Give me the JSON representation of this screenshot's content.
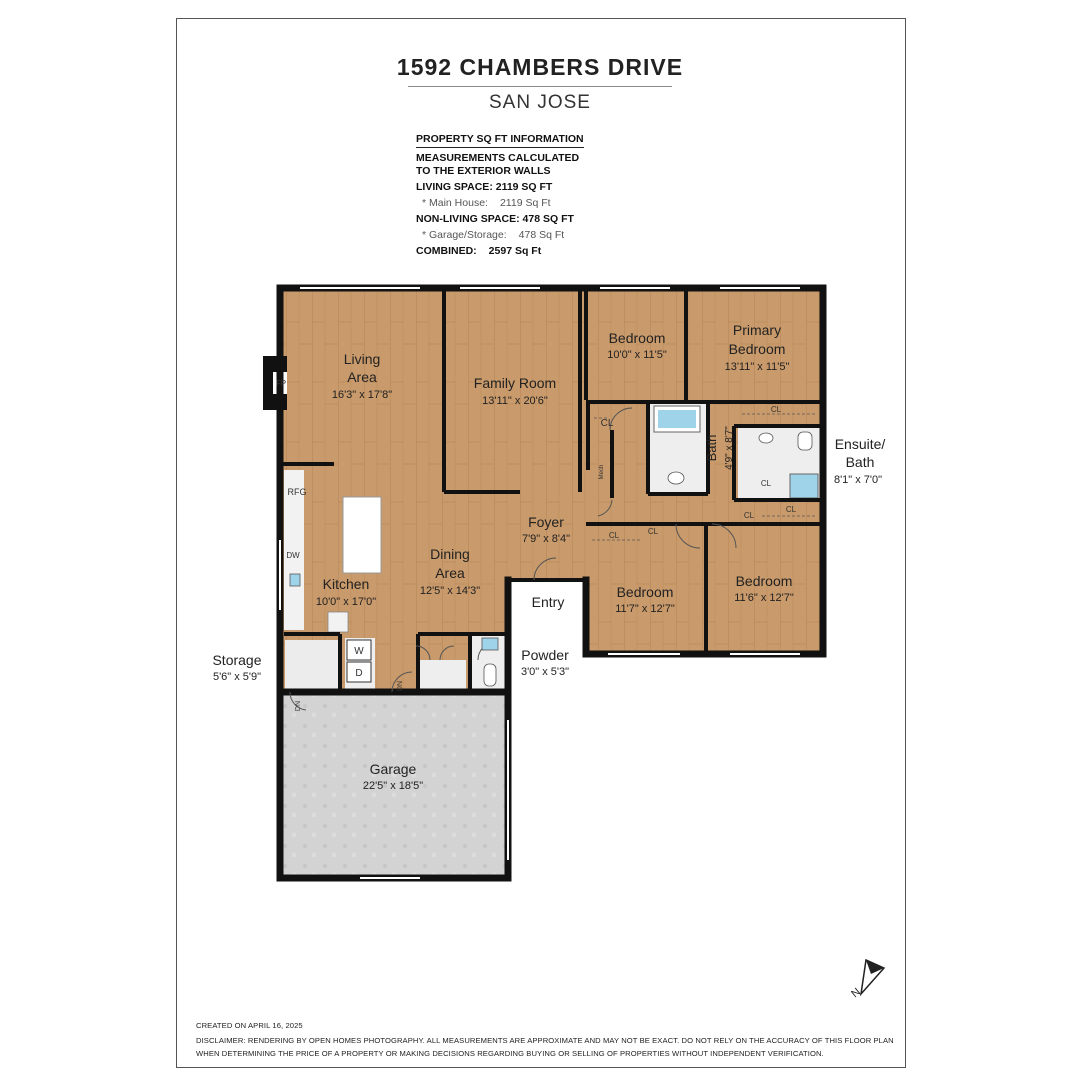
{
  "title": "1592 CHAMBERS DRIVE",
  "subtitle": "SAN JOSE",
  "info": {
    "heading": "PROPERTY SQ FT INFORMATION",
    "note_line1": "MEASUREMENTS CALCULATED",
    "note_line2": "TO THE EXTERIOR WALLS",
    "living_label": "LIVING SPACE: 2119 SQ FT",
    "main_house_label": "*   Main House:",
    "main_house_value": "2119 Sq Ft",
    "nonliving_label": "NON-LIVING SPACE: 478 SQ FT",
    "garage_storage_label": "*   Garage/Storage:",
    "garage_storage_value": "478 Sq Ft",
    "combined_label": "COMBINED:",
    "combined_value": "2597  Sq Ft"
  },
  "rooms": {
    "living_name1": "Living",
    "living_name2": "Area",
    "living_dim": "16'3\" x 17'8\"",
    "family_name": "Family Room",
    "family_dim": "13'11\" x 20'6\"",
    "bedroom1_name": "Bedroom",
    "bedroom1_dim": "10'0\" x 11'5\"",
    "primary_name1": "Primary",
    "primary_name2": "Bedroom",
    "primary_dim": "13'11\" x 11'5\"",
    "bath_name": "Bath",
    "bath_dim": "4'9\" x 8'7\"",
    "ensuite_name1": "Ensuite/",
    "ensuite_name2": "Bath",
    "ensuite_dim": "8'1\" x 7'0\"",
    "foyer_name": "Foyer",
    "foyer_dim": "7'9\" x 8'4\"",
    "dining_name1": "Dining",
    "dining_name2": "Area",
    "dining_dim": "12'5\" x 14'3\"",
    "kitchen_name": "Kitchen",
    "kitchen_dim": "10'0\" x 17'0\"",
    "bedroom2_name": "Bedroom",
    "bedroom2_dim": "11'7\" x 12'7\"",
    "bedroom3_name": "Bedroom",
    "bedroom3_dim": "11'6\" x 12'7\"",
    "entry_name": "Entry",
    "powder_name": "Powder",
    "powder_dim": "3'0\" x 5'3\"",
    "storage_name": "Storage",
    "storage_dim": "5'6\" x 5'9\"",
    "garage_name": "Garage",
    "garage_dim": "22'5\" x 18'5\""
  },
  "fixtures": {
    "fp": "FP",
    "rfg": "RFG",
    "dw_kitchen": "DW",
    "washer": "W",
    "dryer": "D",
    "cl": "CL",
    "mech": "Mech",
    "dn": "DN"
  },
  "compass_letter": "N",
  "colors": {
    "wall": "#111111",
    "wood": "#c99a6b",
    "wood_grain": "#b98758",
    "garage": "#d4d4d4",
    "tile": "#eeeeee"
  },
  "footer": {
    "created": "CREATED ON APRIL 16, 2025",
    "disclaimer1": "DISCLAIMER: RENDERING BY OPEN HOMES PHOTOGRAPHY. ALL MEASUREMENTS ARE APPROXIMATE AND MAY NOT BE EXACT. DO NOT RELY ON THE ACCURACY OF THIS FLOOR PLAN",
    "disclaimer2": "WHEN DETERMINING THE PRICE OF A PROPERTY OR MAKING DECISIONS REGARDING BUYING OR SELLING OF PROPERTIES WITHOUT INDEPENDENT VERIFICATION."
  }
}
